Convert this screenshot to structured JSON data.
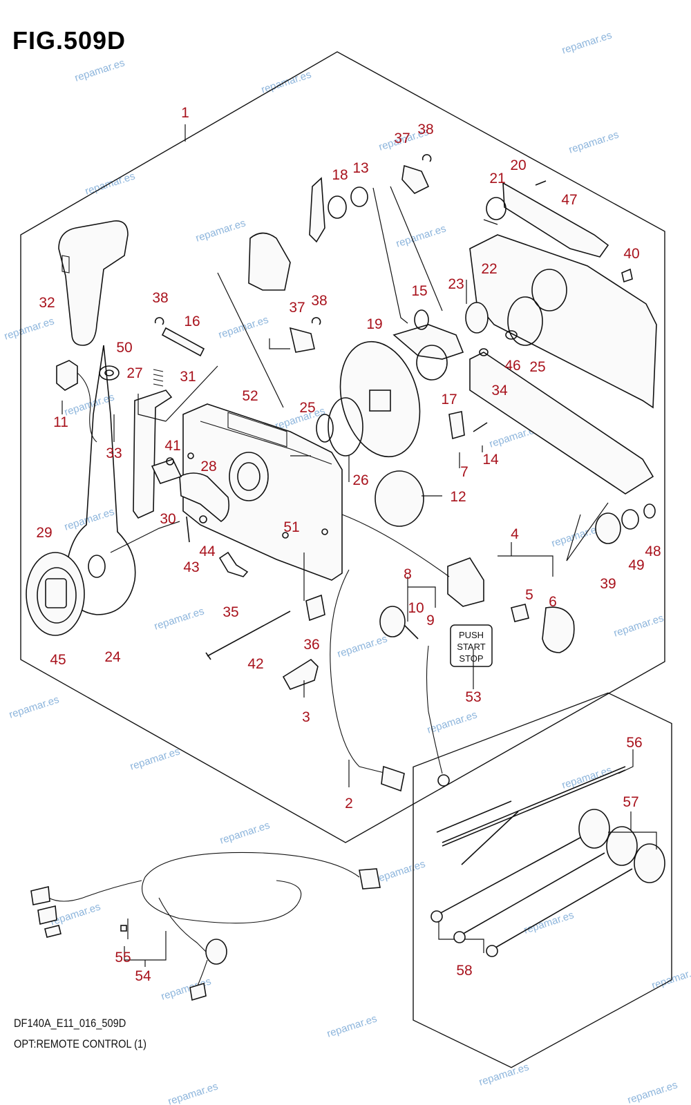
{
  "figure": {
    "title": "FIG.509D",
    "model_code": "DF140A_E11_016_509D",
    "caption": "OPT:REMOTE CONTROL (1)"
  },
  "callouts": [
    "1",
    "2",
    "3",
    "4",
    "5",
    "6",
    "7",
    "8",
    "9",
    "10",
    "11",
    "12",
    "13",
    "14",
    "15",
    "16",
    "17",
    "18",
    "19",
    "20",
    "21",
    "22",
    "23",
    "24",
    "25",
    "25",
    "26",
    "27",
    "28",
    "29",
    "30",
    "31",
    "32",
    "33",
    "34",
    "35",
    "36",
    "37",
    "37",
    "38",
    "38",
    "38",
    "39",
    "40",
    "41",
    "42",
    "43",
    "44",
    "45",
    "46",
    "47",
    "48",
    "49",
    "50",
    "51",
    "52",
    "53",
    "54",
    "55",
    "56",
    "57",
    "58"
  ],
  "push_button_label": [
    "PUSH",
    "START",
    "STOP"
  ],
  "watermark": "repamar.es",
  "colors": {
    "callout": "#a8121c",
    "watermark": "#7aa9d6",
    "line": "#111111"
  }
}
